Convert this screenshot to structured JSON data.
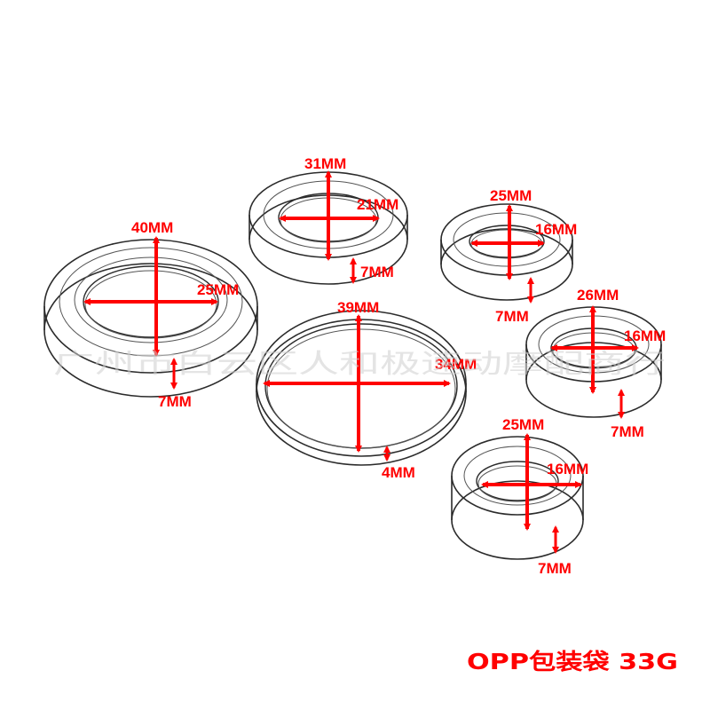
{
  "watermark": "广州市白云区人和极速动摩配商行",
  "footer": "OPP包装袋  33G",
  "seals": [
    {
      "outer": "40MM",
      "inner": "25MM",
      "thickness": "7MM"
    },
    {
      "outer": "31MM",
      "inner": "21MM",
      "thickness": "7MM"
    },
    {
      "outer": "39MM",
      "inner": "34MM",
      "thickness": "4MM"
    },
    {
      "outer": "25MM",
      "inner": "16MM",
      "thickness": "7MM"
    },
    {
      "outer": "26MM",
      "inner": "16MM",
      "thickness": "7MM"
    },
    {
      "outer": "25MM",
      "inner": "16MM",
      "thickness": "7MM"
    }
  ]
}
